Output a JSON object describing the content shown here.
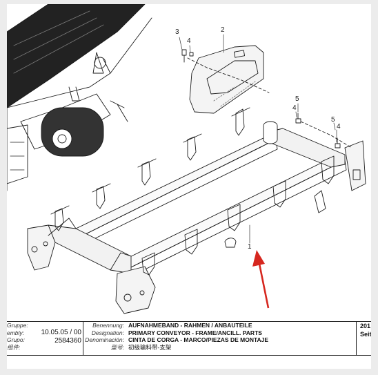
{
  "callouts": [
    "1",
    "2",
    "3",
    "4",
    "4",
    "5",
    "4",
    "5"
  ],
  "titleblock": {
    "left_labels": [
      "Gruppe:",
      "embly:",
      "Grupo:",
      "组件:"
    ],
    "left_values": [
      "10.05.05 / 00",
      "2584360"
    ],
    "mid_labels": [
      "Benennung:",
      "Designation:",
      "Denominación:",
      "型号:"
    ],
    "mid_values": [
      "AUFNAHMEBAND - RAHMEN / ANBAUTEILE",
      "PRIMARY CONVEYOR - FRAME/ANCILL. PARTS",
      "CINTA DE CORGA - MARCO/PIEZAS DE MONTAJE",
      "初级输料带-支架"
    ],
    "right_values": [
      "201",
      "Seit"
    ]
  },
  "colors": {
    "arrow": "#d6271f",
    "line": "#1a1a1a",
    "paper": "#ffffff"
  }
}
